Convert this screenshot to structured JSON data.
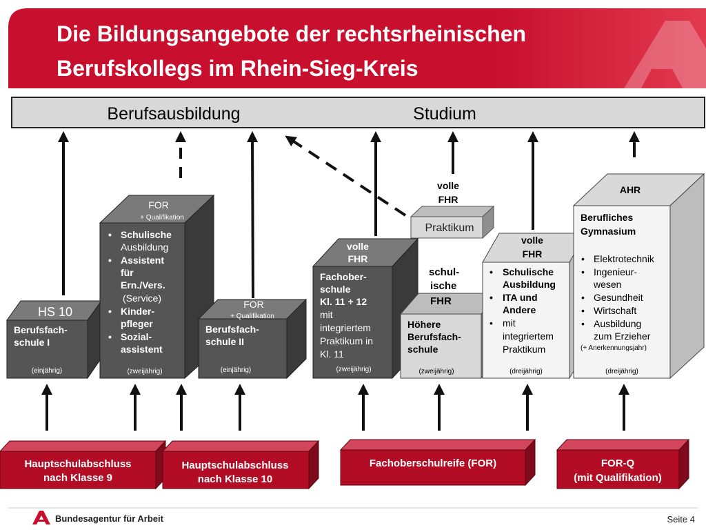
{
  "header": {
    "title_line1": "Die Bildungsangebote der rechtsrheinischen",
    "title_line2": "Berufskollegs im Rhein-Sieg-Kreis",
    "color": "#c8102e"
  },
  "banner": {
    "left_label": "Berufsausbildung",
    "right_label": "Studium"
  },
  "boxes": {
    "bfs1": {
      "top_label": "HS 10",
      "lines": [
        "Berufsfach-",
        "schule I"
      ],
      "duration": "(einjährig)"
    },
    "schulische": {
      "top_label": "FOR",
      "top_sub": "+ Qualifikation",
      "bullets": [
        {
          "bullet": "•",
          "l1": "Schulische",
          "l2": "Ausbildung"
        },
        {
          "bullet": "•",
          "l1": "Assistent",
          "l2": "für",
          "l3": "Ern./Vers.",
          "l4": "(Service)"
        },
        {
          "bullet": "•",
          "l1": "Kinder-",
          "l2": "pfleger"
        },
        {
          "bullet": "•",
          "l1": "Sozial-",
          "l2": "assistent"
        }
      ],
      "duration": "(zweijährig)"
    },
    "bfs2": {
      "top_label": "FOR",
      "top_sub": "+ Qualifikation",
      "lines": [
        "Berufsfach-",
        "schule II"
      ],
      "duration": "(einjährig)"
    },
    "fos": {
      "top_label_l1": "volle",
      "top_label_l2": "FHR",
      "lines": [
        "Fachober-",
        "schule",
        "Kl. 11 + 12",
        "mit",
        "integriertem",
        "Praktikum in",
        "Kl. 11"
      ],
      "duration": "(zweijährig)"
    },
    "praktikum": {
      "above_l1": "volle",
      "above_l2": "FHR",
      "label": "Praktikum"
    },
    "hbfs": {
      "top_label_l1": "schul-",
      "top_label_l2": "ische",
      "top_label_l3": "FHR",
      "lines": [
        "Höhere",
        "Berufsfach-",
        "schule"
      ],
      "duration": "(zweijährig)"
    },
    "ita": {
      "top_label_l1": "volle",
      "top_label_l2": "FHR",
      "bullets": [
        {
          "bullet": "•",
          "l1": "Schulische",
          "l2": "Ausbildung"
        },
        {
          "bullet": "•",
          "l1": "ITA und",
          "l2": "Andere"
        },
        {
          "bullet": "•",
          "l1": "mit",
          "l2": "integriertem",
          "l3": "Praktikum"
        }
      ],
      "duration": "(dreijährig)"
    },
    "gym": {
      "top_label": "AHR",
      "title_l1": "Berufliches",
      "title_l2": "Gymnasium",
      "bullets": [
        {
          "bullet": "•",
          "l1": "Elektrotechnik"
        },
        {
          "bullet": "•",
          "l1": "Ingenieur-",
          "l2": "wesen"
        },
        {
          "bullet": "•",
          "l1": "Gesundheit"
        },
        {
          "bullet": "•",
          "l1": "Wirtschaft"
        },
        {
          "bullet": "•",
          "l1": "Ausbildung",
          "l2": "zum Erzieher"
        }
      ],
      "note": "(+ Anerkennungsjahr)",
      "duration": "(dreijährig)"
    }
  },
  "entry": {
    "hs9": {
      "l1": "Hauptschulabschluss",
      "l2": "nach Klasse 9"
    },
    "hs10": {
      "l1": "Hauptschulabschluss",
      "l2": "nach Klasse 10"
    },
    "for": {
      "l1": "Fachoberschulreife (FOR)"
    },
    "forq": {
      "l1": "FOR-Q",
      "l2": "(mit Qualifikation)"
    }
  },
  "footer": {
    "logo_text": "Bundesagentur für Arbeit",
    "page": "Seite 4"
  },
  "colors": {
    "red": "#b30d26",
    "red_dark": "#7e0a1b",
    "box_dark": "#555555",
    "box_top": "#7a7a7a",
    "box_side": "#3a3a3a",
    "light_front": "#f4f4f4",
    "light_top": "#d9d9d9",
    "light_side": "#bdbdbd"
  }
}
